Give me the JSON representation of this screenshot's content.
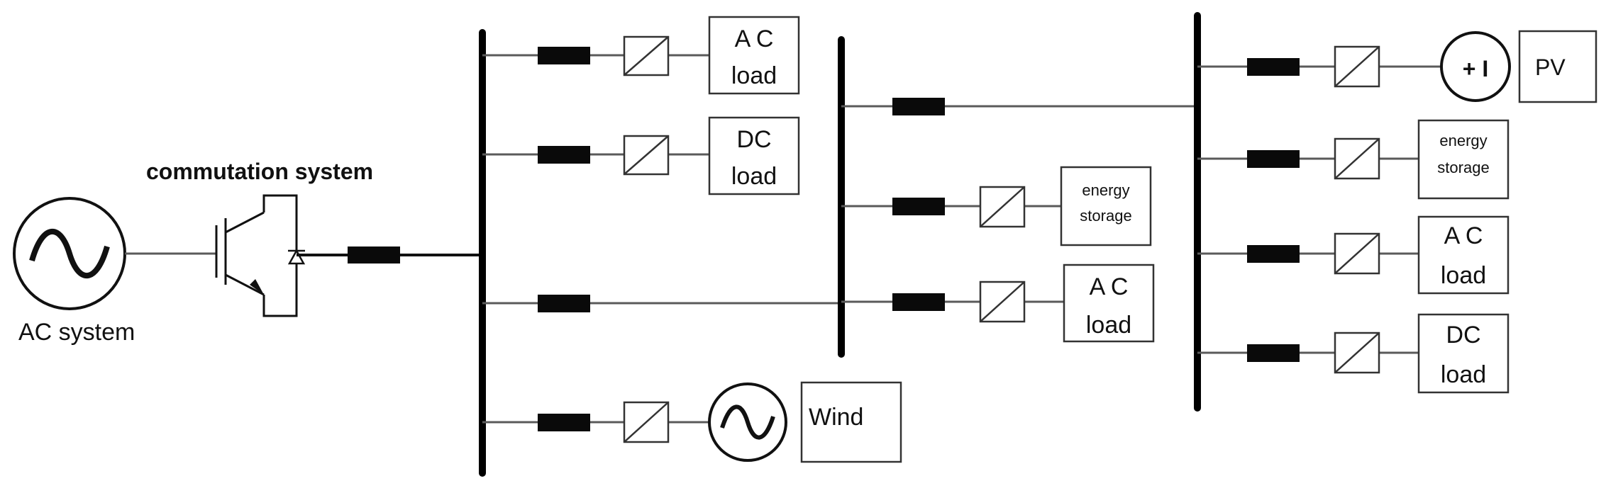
{
  "labels": {
    "ac_system": "AC system",
    "commutation_system": "commutation system",
    "wind": "Wind",
    "pv": "PV",
    "pv_source_symbol": "+ I"
  },
  "bus1": {
    "ac_load": [
      "A C",
      "load"
    ],
    "dc_load": [
      "DC",
      "load"
    ]
  },
  "bus2": {
    "energy_storage": [
      "energy",
      "storage"
    ],
    "ac_load": [
      "A C",
      "load"
    ]
  },
  "bus3": {
    "energy_storage": [
      "energy",
      "storage"
    ],
    "ac_load": [
      "A C",
      "load"
    ],
    "dc_load": [
      "DC",
      "load"
    ]
  }
}
